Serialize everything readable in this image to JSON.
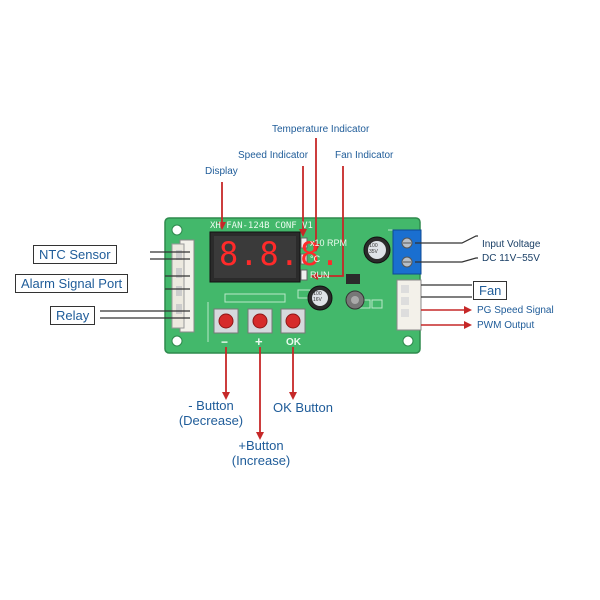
{
  "board": {
    "silkscreen": "XH  FAN-124B  CONF V1",
    "display_digits": "8.8.8.",
    "x10rpm": "x10 RPM",
    "celsius": "°C",
    "run": "RUN",
    "minus": "−",
    "plus": "+",
    "ok": "OK",
    "cap1": "100\n16V",
    "cap2": "100\n35V"
  },
  "labels": {
    "temperature_indicator": "Temperature Indicator",
    "speed_indicator": "Speed Indicator",
    "fan_indicator": "Fan Indicator",
    "display": "Display",
    "ntc_sensor": "NTC Sensor",
    "alarm_signal_port": "Alarm Signal Port",
    "relay": "Relay",
    "input_voltage": "Input Voltage",
    "input_voltage_range": "DC 11V~55V",
    "fan": "Fan",
    "pg_speed_signal": "PG Speed Signal",
    "pwm_output": "PWM Output",
    "minus_button_1": "- Button",
    "minus_button_2": "(Decrease)",
    "ok_button": "OK Button",
    "plus_button_1": "+Button",
    "plus_button_2": "(Increase)"
  },
  "colors": {
    "pcb": "#43b86b",
    "arrow": "#c62828",
    "label_text": "#1f5c99",
    "terminal": "#1a6fd0"
  }
}
